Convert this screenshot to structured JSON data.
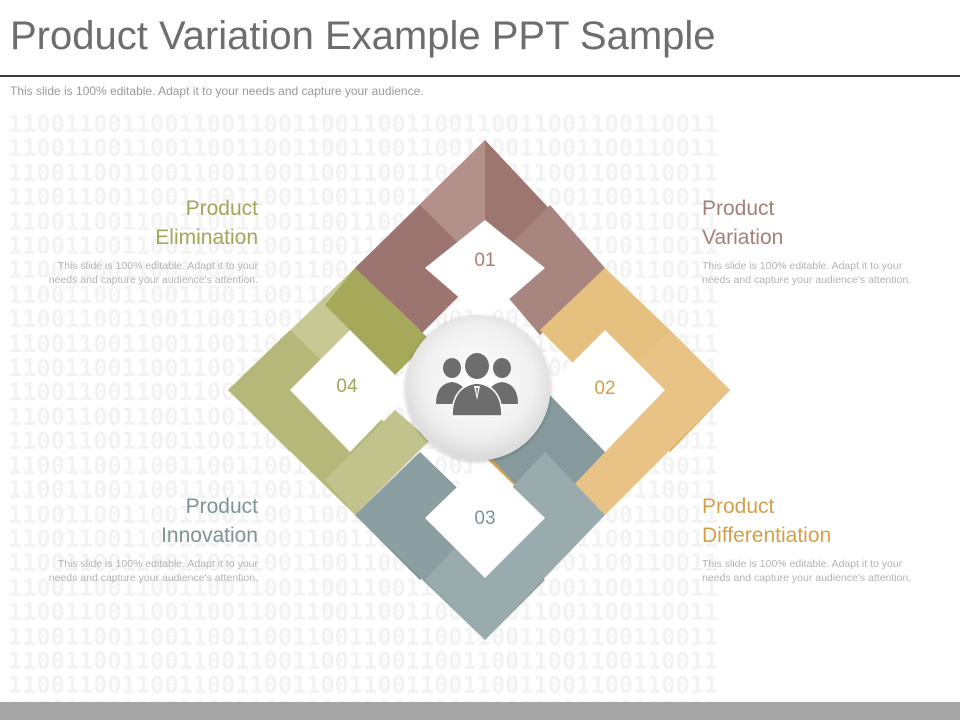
{
  "slide": {
    "title": "Product Variation Example PPT Sample",
    "subtitle": "This slide is 100% editable. Adapt it to your needs and capture your audience.",
    "background_pattern": "11001100110011001100110011001100110011001100110011"
  },
  "items": [
    {
      "number": "01",
      "title_line1": "Product",
      "title_line2": "Variation",
      "description": "This slide is 100% editable. Adapt it to your needs and capture your audience's attention.",
      "color": "#a67f7a"
    },
    {
      "number": "02",
      "title_line1": "Product",
      "title_line2": "Differentiation",
      "description": "This slide is 100% editable. Adapt it to your needs and capture your audience's attention.",
      "color": "#d4a04a"
    },
    {
      "number": "03",
      "title_line1": "Product",
      "title_line2": "Innovation",
      "description": "This slide is 100% editable. Adapt it to your needs and capture your audience's attention.",
      "color": "#7e9497"
    },
    {
      "number": "04",
      "title_line1": "Product",
      "title_line2": "Elimination",
      "description": "This slide is 100% editable. Adapt it to your needs and capture your audience's attention.",
      "color": "#a3a558"
    }
  ],
  "center": {
    "icon": "team-icon",
    "icon_color": "#6d6d6d"
  }
}
